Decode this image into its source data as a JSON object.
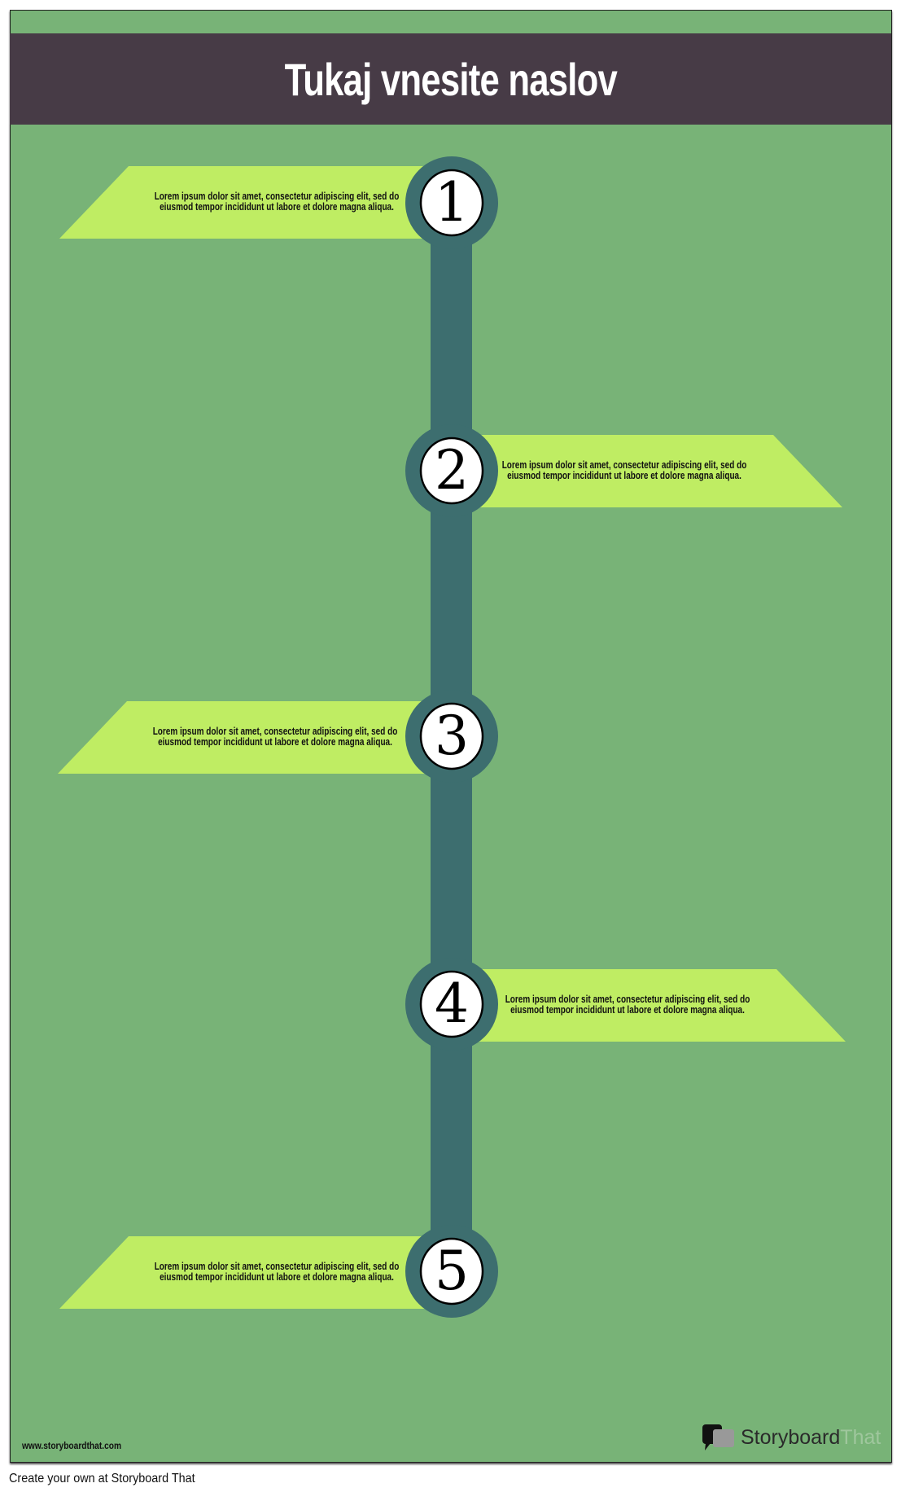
{
  "header": {
    "title": "Tukaj vnesite naslov"
  },
  "steps": [
    {
      "number": "1",
      "text_line1": "Lorem ipsum dolor sit amet, consectetur adipiscing elit, sed do",
      "text_line2": "eiusmod tempor incididunt ut labore et dolore magna aliqua.",
      "side": "left"
    },
    {
      "number": "2",
      "text_line1": "Lorem ipsum dolor sit amet, consectetur adipiscing elit, sed do",
      "text_line2": "eiusmod tempor incididunt ut labore et dolore magna aliqua.",
      "side": "right"
    },
    {
      "number": "3",
      "text_line1": "Lorem ipsum dolor sit amet, consectetur adipiscing elit, sed do",
      "text_line2": "eiusmod tempor incididunt ut labore et dolore magna aliqua.",
      "side": "left"
    },
    {
      "number": "4",
      "text_line1": "Lorem ipsum dolor sit amet, consectetur adipiscing elit, sed do",
      "text_line2": "eiusmod tempor incididunt ut labore et dolore magna aliqua.",
      "side": "right"
    },
    {
      "number": "5",
      "text_line1": "Lorem ipsum dolor sit amet, consectetur adipiscing elit, sed do",
      "text_line2": "eiusmod tempor incididunt ut labore et dolore magna aliqua.",
      "side": "left"
    }
  ],
  "footer": {
    "url": "www.storyboardthat.com",
    "logo_word1": "Storyboard",
    "logo_word2": "That",
    "cta": "Create your own at Storyboard That"
  },
  "colors": {
    "background": "#78b377",
    "title_bar": "#473b46",
    "timeline": "#3d6e6f",
    "banner": "#bfed63"
  }
}
